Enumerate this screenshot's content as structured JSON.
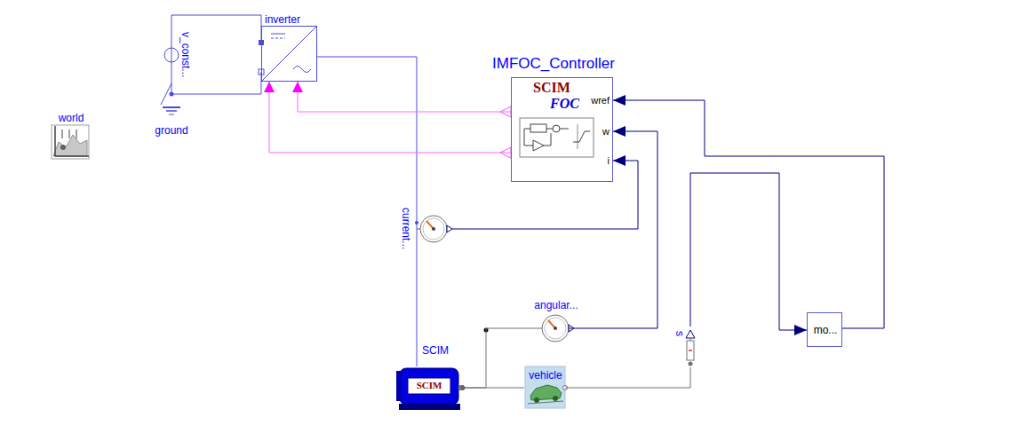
{
  "diagram": {
    "nodes": [
      {
        "text": [
          "world"
        ]
      },
      {
        "text": [
          "v_const..."
        ]
      },
      {
        "text": [
          "ground"
        ]
      },
      {
        "text": [
          "inverter"
        ]
      },
      {
        "text": [
          "IMFOC_Controller",
          "SCIM",
          "FOC",
          "wref",
          "w",
          "i"
        ]
      },
      {
        "text": [
          "current..."
        ]
      },
      {
        "text": [
          "angular..."
        ]
      },
      {
        "text": [
          "SCIM",
          "SCIM"
        ]
      },
      {
        "text": [
          "vehicle"
        ]
      },
      {
        "text": [
          "s"
        ]
      },
      {
        "text": [
          "mo..."
        ]
      }
    ],
    "edges": [
      {
        "from": 2,
        "to": 1,
        "arrow": "none"
      },
      {
        "from": 1,
        "to": 3,
        "arrow": "none"
      },
      {
        "from": 1,
        "to": 3,
        "arrow": "none"
      },
      {
        "from": 3,
        "to": 5,
        "arrow": "none"
      },
      {
        "from": 5,
        "to": 7,
        "arrow": "none"
      },
      {
        "from": 5,
        "to": 4,
        "arrow": "to"
      },
      {
        "from": 4,
        "to": 3,
        "arrow": "to"
      },
      {
        "from": 4,
        "to": 3,
        "arrow": "to"
      },
      {
        "from": 7,
        "to": 6,
        "arrow": "none"
      },
      {
        "from": 6,
        "to": 4,
        "arrow": "to"
      },
      {
        "from": 7,
        "to": 8,
        "arrow": "none"
      },
      {
        "from": 8,
        "to": 9,
        "arrow": "none"
      },
      {
        "from": 9,
        "to": 10,
        "arrow": "to"
      },
      {
        "from": 10,
        "to": 4,
        "arrow": "to"
      }
    ]
  }
}
